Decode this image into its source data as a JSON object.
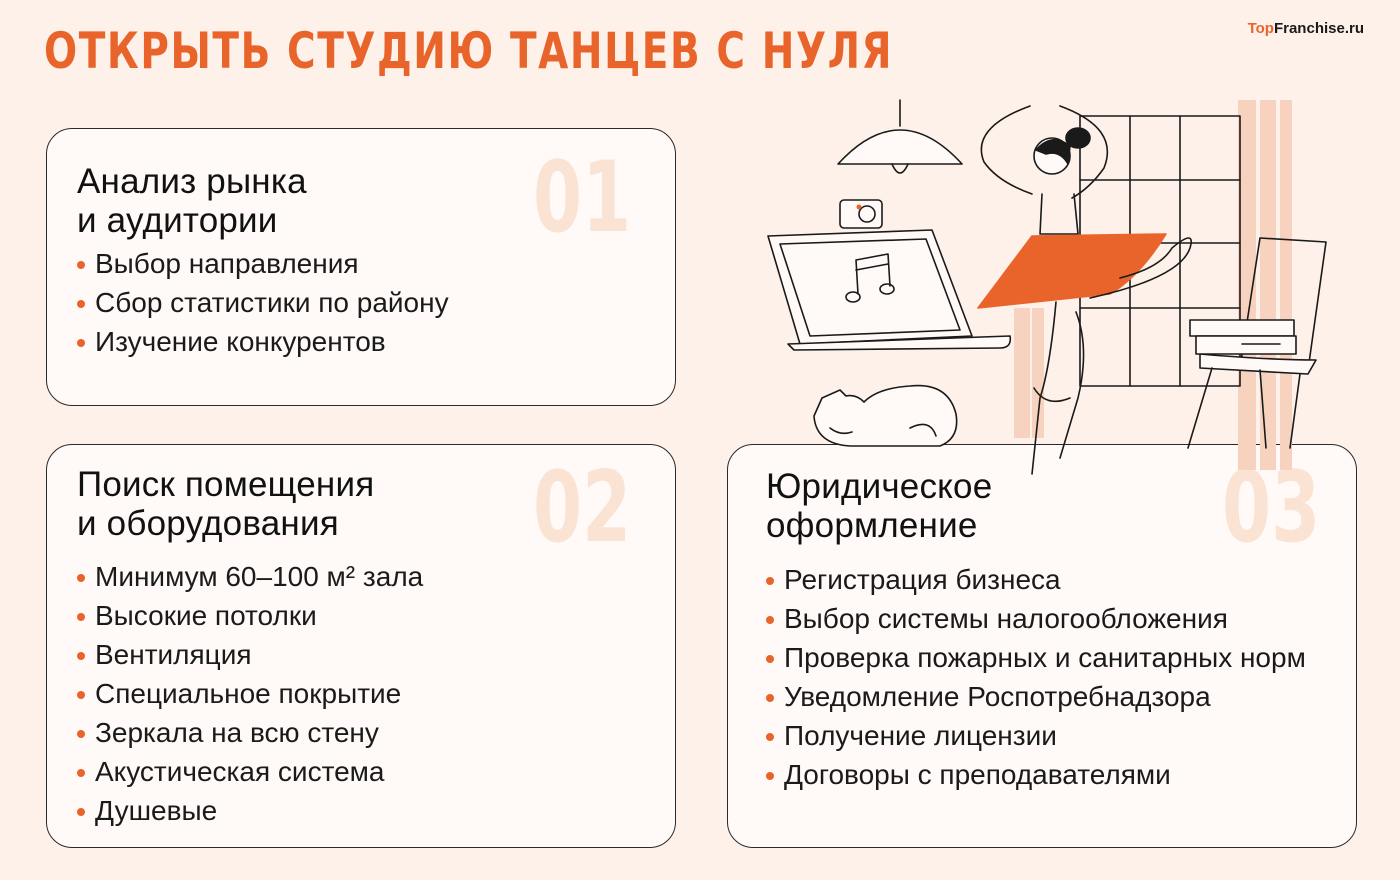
{
  "title": "ОТКРЫТЬ СТУДИЮ ТАНЦЕВ С НУЛЯ",
  "brand": {
    "part1": "Top",
    "part2": "Franchise.ru"
  },
  "colors": {
    "accent": "#e8642a",
    "background": "#fdf1ea",
    "number_tint": "#fbe3d4"
  },
  "cards": [
    {
      "number": "01",
      "heading": [
        "Анализ рынка",
        "и аудитории"
      ],
      "items": [
        "Выбор направления",
        "Сбор статистики по району",
        "Изучение конкурентов"
      ]
    },
    {
      "number": "02",
      "heading": [
        "Поиск помещения",
        "и оборудования"
      ],
      "items": [
        "Минимум 60–100 м² зала",
        "Высокие потолки",
        "Вентиляция",
        "Специальное покрытие",
        "Зеркала на всю стену",
        "Акустическая система",
        "Душевые"
      ]
    },
    {
      "number": "03",
      "heading": [
        "Юридическое",
        "оформление"
      ],
      "items": [
        "Регистрация бизнеса",
        "Выбор системы налогообложения",
        "Проверка пожарных и санитарных норм",
        "Уведомление Роспотребнадзора",
        "Получение лицензии",
        "Договоры с преподавателями"
      ]
    }
  ],
  "illustration": {
    "icons": [
      "lamp-icon",
      "camera-icon",
      "laptop-icon",
      "music-note-icon",
      "cat-icon",
      "ballerina-icon",
      "chair-icon",
      "books-icon",
      "window-icon",
      "curtain-icon"
    ]
  }
}
